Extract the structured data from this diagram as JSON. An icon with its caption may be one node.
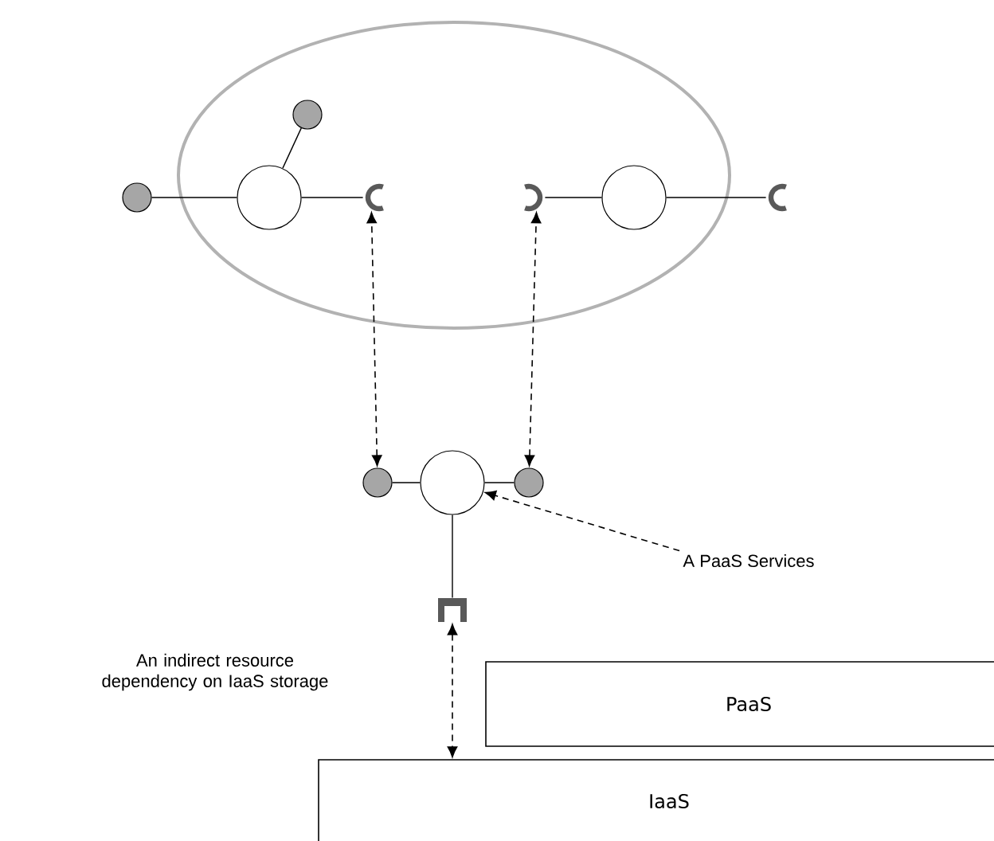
{
  "diagram": {
    "nodes": [
      {
        "text": [],
        "shape": "ellipse"
      },
      {
        "text": [],
        "shape": "circle",
        "in": 0
      },
      {
        "text": [],
        "shape": "circle"
      },
      {
        "text": [],
        "shape": "circle",
        "in": 0
      },
      {
        "text": [],
        "shape": "arc",
        "in": 0
      },
      {
        "text": [],
        "shape": "arc",
        "in": 0
      },
      {
        "text": [],
        "shape": "circle",
        "in": 0
      },
      {
        "text": [],
        "shape": "arc"
      },
      {
        "text": [],
        "shape": "circle"
      },
      {
        "text": [],
        "shape": "circle"
      },
      {
        "text": [],
        "shape": "circle"
      },
      {
        "text": [],
        "shape": "bracket"
      },
      {
        "text": [
          "A PaaS Services"
        ]
      },
      {
        "text": [
          "PaaS"
        ]
      },
      {
        "text": [
          "IaaS"
        ]
      }
    ],
    "edges": [
      {
        "from": 2,
        "to": 3,
        "arrow": "none"
      },
      {
        "from": 1,
        "to": 3,
        "arrow": "none"
      },
      {
        "from": 3,
        "to": 4,
        "arrow": "none"
      },
      {
        "from": 5,
        "to": 6,
        "arrow": "none"
      },
      {
        "from": 6,
        "to": 7,
        "arrow": "none"
      },
      {
        "from": 8,
        "to": 9,
        "arrow": "none"
      },
      {
        "from": 9,
        "to": 10,
        "arrow": "none"
      },
      {
        "from": 9,
        "to": 11,
        "arrow": "none"
      },
      {
        "from": 8,
        "to": 4,
        "arrow": "both",
        "style": "dashed"
      },
      {
        "from": 10,
        "to": 5,
        "arrow": "both",
        "style": "dashed"
      },
      {
        "from": 12,
        "to": 9,
        "arrow": "to",
        "style": "dashed"
      },
      {
        "from": 11,
        "to": 14,
        "arrow": "both",
        "style": "dashed"
      }
    ],
    "labels": [
      "An indirect resource dependency on IaaS storage"
    ]
  }
}
